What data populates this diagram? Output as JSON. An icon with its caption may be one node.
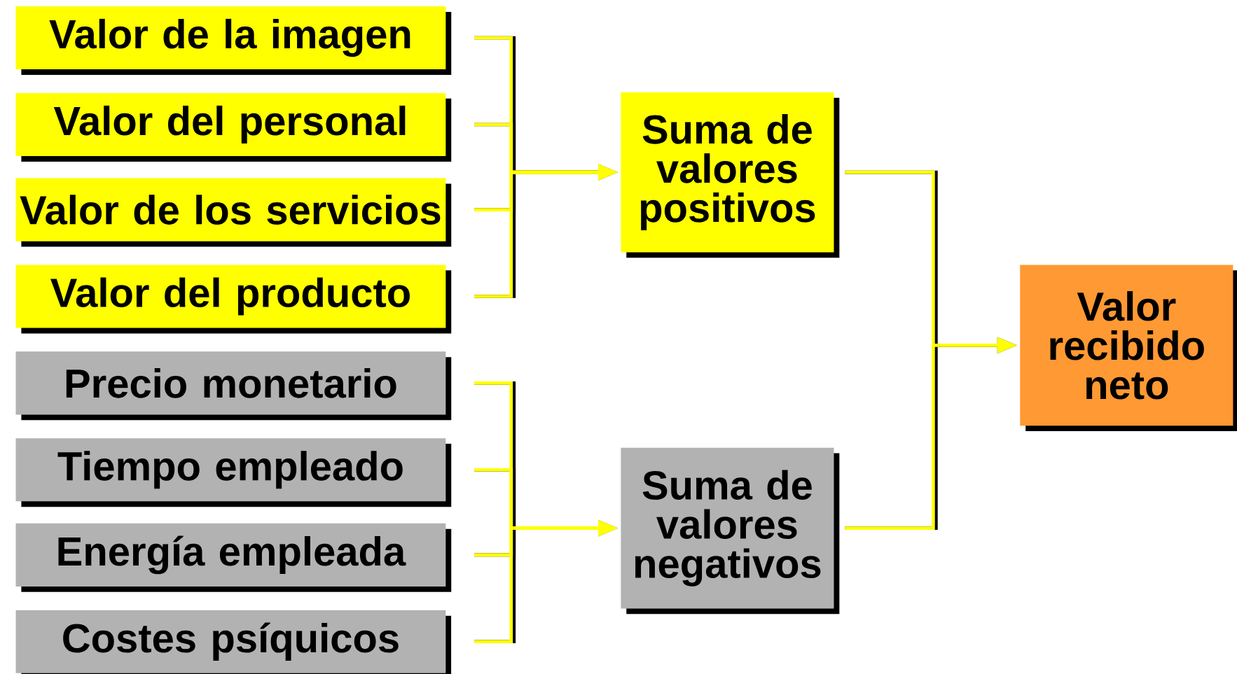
{
  "diagram": {
    "nodes": [
      {
        "text": [
          "Valor de la imagen"
        ]
      },
      {
        "text": [
          "Valor del personal"
        ]
      },
      {
        "text": [
          "Valor de los servicios"
        ]
      },
      {
        "text": [
          "Valor del producto"
        ]
      },
      {
        "text": [
          "Precio monetario"
        ]
      },
      {
        "text": [
          "Tiempo empleado"
        ]
      },
      {
        "text": [
          "Energía empleada"
        ]
      },
      {
        "text": [
          "Costes psíquicos"
        ]
      },
      {
        "text": [
          "Suma de valores positivos"
        ]
      },
      {
        "text": [
          "Suma de valores negativos"
        ]
      },
      {
        "text": [
          "Valor recibido neto"
        ]
      }
    ],
    "edges": [
      {
        "from": 0,
        "to": 8,
        "arrow": "to",
        "color": "#ffff00"
      },
      {
        "from": 1,
        "to": 8,
        "arrow": "to",
        "color": "#ffff00"
      },
      {
        "from": 2,
        "to": 8,
        "arrow": "to",
        "color": "#ffff00"
      },
      {
        "from": 3,
        "to": 8,
        "arrow": "to",
        "color": "#ffff00"
      },
      {
        "from": 4,
        "to": 9,
        "arrow": "to",
        "color": "#ffff00"
      },
      {
        "from": 5,
        "to": 9,
        "arrow": "to",
        "color": "#ffff00"
      },
      {
        "from": 6,
        "to": 9,
        "arrow": "to",
        "color": "#ffff00"
      },
      {
        "from": 7,
        "to": 9,
        "arrow": "to",
        "color": "#ffff00"
      },
      {
        "from": 8,
        "to": 10,
        "arrow": "to",
        "color": "#ffff00"
      },
      {
        "from": 9,
        "to": 10,
        "arrow": "to",
        "color": "#ffff00"
      }
    ]
  }
}
